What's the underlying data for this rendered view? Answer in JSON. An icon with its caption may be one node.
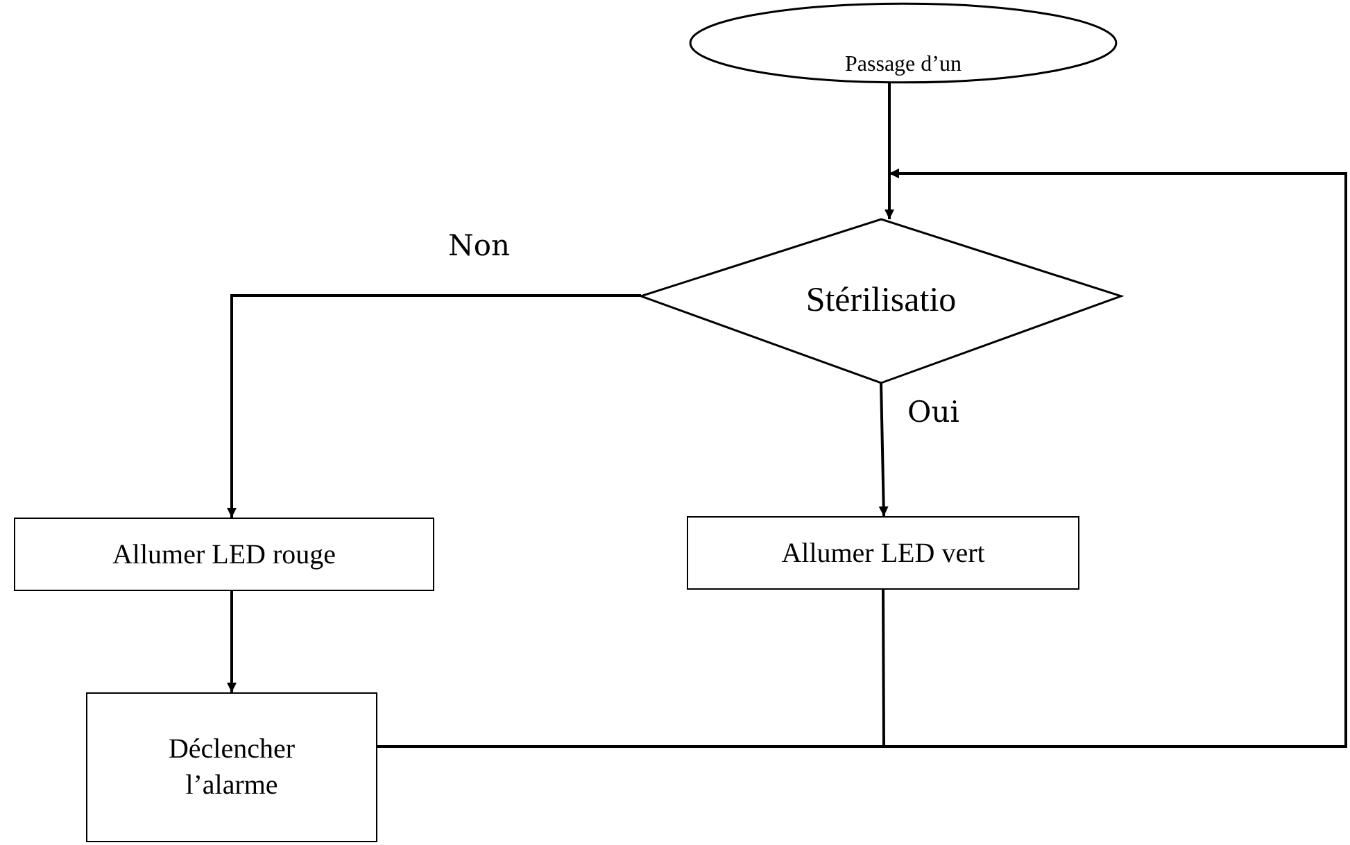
{
  "diagram": {
    "nodes": [
      {
        "text": [
          "Passage d’un"
        ]
      },
      {
        "text": [
          "Stérilisatio"
        ]
      },
      {
        "text": [
          "Allumer LED rouge"
        ]
      },
      {
        "text": [
          "Allumer LED vert"
        ]
      },
      {
        "text": [
          "Déclencher l’alarme"
        ]
      }
    ],
    "edges": [
      {
        "from": 0,
        "to": 1,
        "arrow": "to"
      },
      {
        "from": 1,
        "to": 2,
        "arrow": "to",
        "label": "Non"
      },
      {
        "from": 1,
        "to": 3,
        "arrow": "to",
        "label": "Oui"
      },
      {
        "from": 2,
        "to": 4,
        "arrow": "to"
      },
      {
        "from": 3,
        "to": 1,
        "arrow": "to"
      },
      {
        "from": 4,
        "to": 1,
        "arrow": "to"
      }
    ]
  }
}
